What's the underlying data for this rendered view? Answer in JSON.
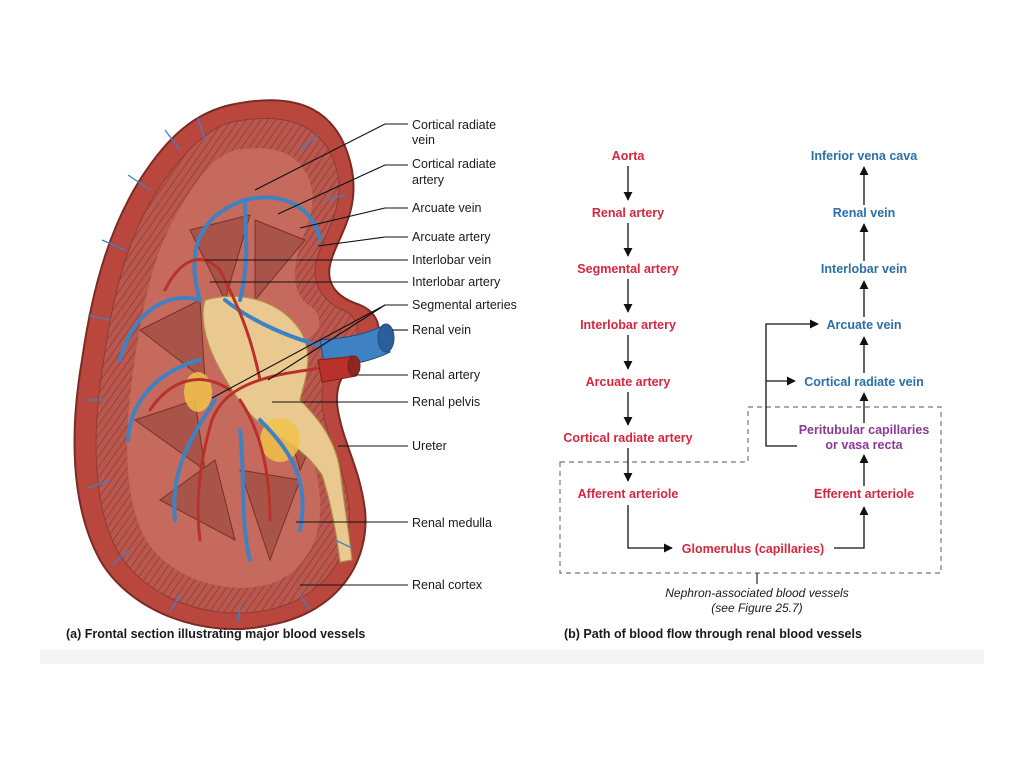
{
  "panel_a": {
    "labels": {
      "cortical_radiate_vein_1": "Cortical radiate",
      "cortical_radiate_vein_2": "vein",
      "cortical_radiate_artery_1": "Cortical radiate",
      "cortical_radiate_artery_2": "artery",
      "arcuate_vein": "Arcuate vein",
      "arcuate_artery": "Arcuate artery",
      "interlobar_vein": "Interlobar vein",
      "interlobar_artery": "Interlobar artery",
      "segmental_arteries": "Segmental arteries",
      "renal_vein": "Renal vein",
      "renal_artery": "Renal artery",
      "renal_pelvis": "Renal pelvis",
      "ureter": "Ureter",
      "renal_medulla": "Renal medulla",
      "renal_cortex": "Renal cortex"
    },
    "caption": "(a) Frontal section illustrating major blood vessels"
  },
  "panel_b": {
    "arterial_path": [
      "Aorta",
      "Renal artery",
      "Segmental artery",
      "Interlobar artery",
      "Arcuate artery",
      "Cortical radiate artery",
      "Afferent arteriole"
    ],
    "glomerulus": "Glomerulus (capillaries)",
    "venous_path": [
      "Inferior vena cava",
      "Renal vein",
      "Interlobar vein",
      "Arcuate vein",
      "Cortical radiate vein"
    ],
    "peritubular_line1": "Peritubular capillaries",
    "peritubular_line2": "or vasa recta",
    "efferent": "Efferent arteriole",
    "nephron_note_line1": "Nephron-associated blood vessels",
    "nephron_note_line2": "(see Figure 25.7)",
    "caption": "(b) Path of blood flow through renal blood vessels"
  },
  "colors": {
    "artery_text": "#d7263d",
    "vein_text": "#2a6fa8",
    "capillary_text": "#8b3a96",
    "kidney_cortex": "#c8574a",
    "kidney_medulla": "#b5564d",
    "pelvis": "#e9c98f",
    "vein_vessel": "#3f82c4",
    "artery_vessel": "#b8322b"
  }
}
